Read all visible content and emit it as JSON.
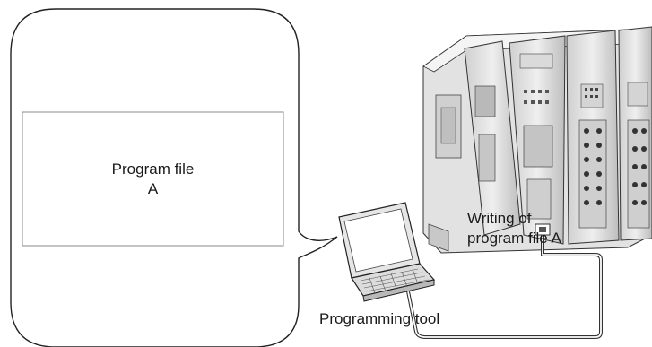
{
  "program_file": {
    "line1": "Program file",
    "line2": "A"
  },
  "connection": {
    "line1": "Writing of",
    "line2": "program file A"
  },
  "tool": {
    "label": "Programming tool"
  }
}
